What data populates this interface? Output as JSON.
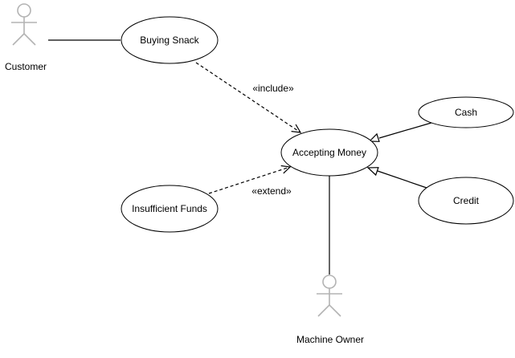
{
  "diagram": {
    "actors": {
      "customer": {
        "label": "Customer"
      },
      "machine_owner": {
        "label": "Machine Owner"
      }
    },
    "use_cases": {
      "buying_snack": "Buying Snack",
      "accepting_money": "Accepting Money",
      "cash": "Cash",
      "credit": "Credit",
      "insufficient_funds": "Insufficient Funds"
    },
    "relationships": {
      "include_label": "«include»",
      "extend_label": "«extend»"
    }
  }
}
